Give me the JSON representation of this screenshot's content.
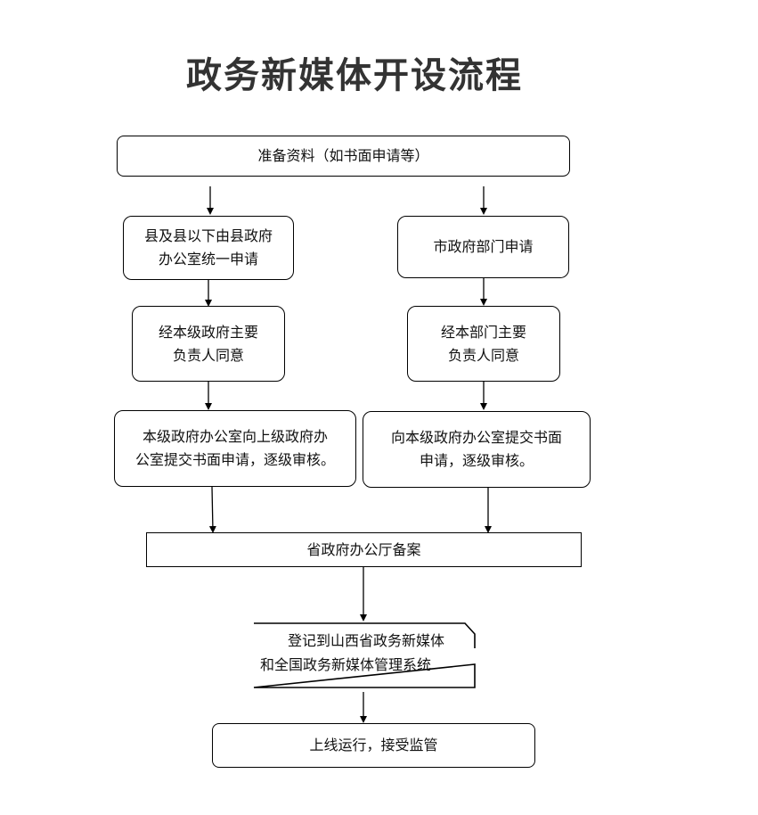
{
  "title": "政务新媒体开设流程",
  "steps": {
    "prepare": "准备资料（如书面申请等）",
    "county_apply": [
      "县及县以下由县政府",
      "办公室统一申请"
    ],
    "city_apply": "市政府部门申请",
    "county_approve": [
      "经本级政府主要",
      "负责人同意"
    ],
    "city_approve": [
      "经本部门主要",
      "负责人同意"
    ],
    "county_submit": [
      "本级政府办公室向上级政府办",
      "公室提交书面申请，逐级审核。"
    ],
    "city_submit": [
      "向本级政府办公室提交书面",
      "申请，逐级审核。"
    ],
    "provincial_record": "省政府办公厅备案",
    "register": [
      "登记到山西省政务新媒体",
      "和全国政务新媒体管理系统"
    ],
    "launch": "上线运行，接受监管"
  }
}
